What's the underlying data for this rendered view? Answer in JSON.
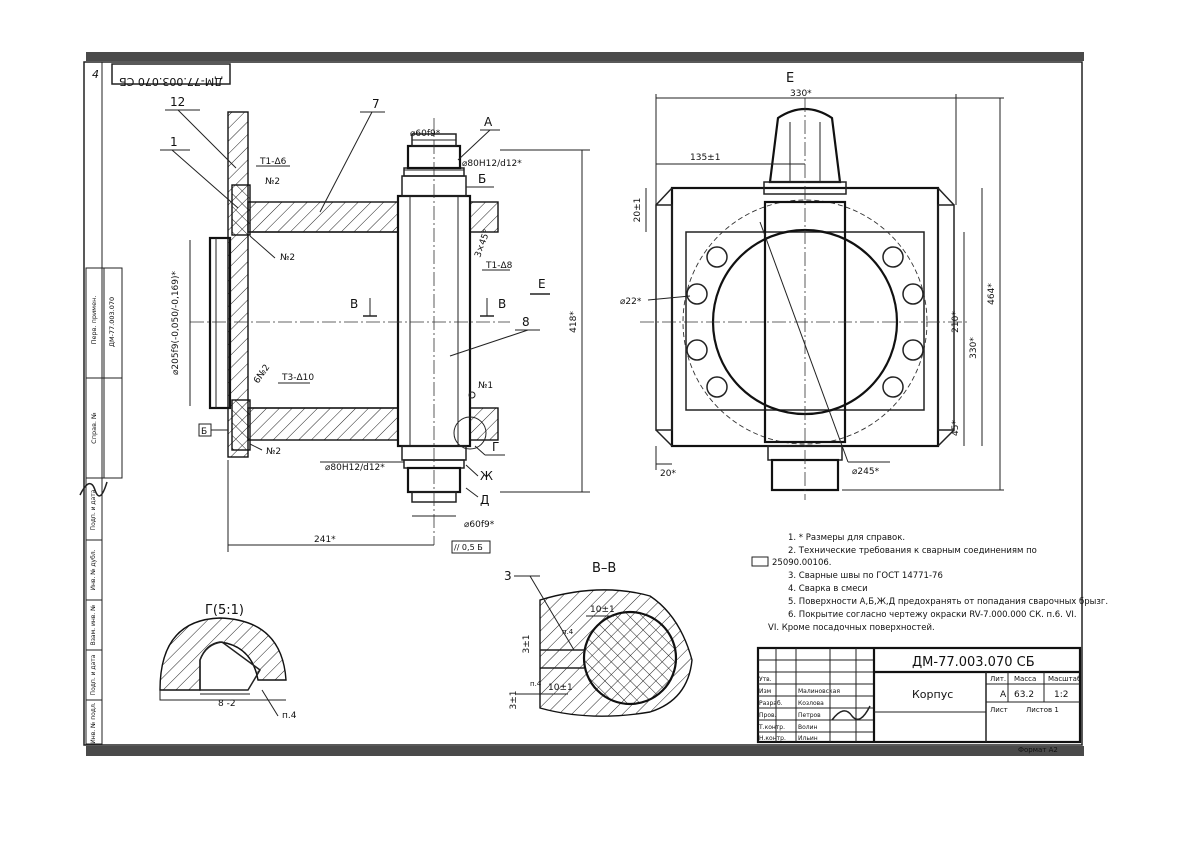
{
  "frame": {
    "rotated_code": "ДМ-77.003.070 СБ",
    "corner_mark": "4",
    "format_label": "Формат А2"
  },
  "main_view": {
    "leaders": [
      "12",
      "1",
      "7",
      "8",
      "А",
      "Б",
      "Г",
      "Ж",
      "Д",
      "Б"
    ],
    "section_marks": {
      "left": "В",
      "right": "В",
      "view": "Е"
    },
    "dims": {
      "d60_top": "⌀60f9*",
      "d80_top": "⌀80H12/d12*",
      "d80_bottom": "⌀80H12/d12*",
      "d60_bottom": "⌀60f9*",
      "d205": "⌀205f9(-0,050/-0,169)*",
      "h418": "418*",
      "len241": "241*",
      "tolerance": "// 0,5 Б"
    },
    "welds": {
      "w_top": "Т1-Δ6",
      "w_mid": "Т1-Δ8",
      "w_low": "Т3-Δ10",
      "n2_a": "№2",
      "n2_b": "№2",
      "n2_c": "6№2",
      "n2_d": "№2",
      "n1": "№1",
      "dim_3x45": "3×45°"
    }
  },
  "view_e": {
    "title": "Е",
    "dims": {
      "w330": "330*",
      "w135": "135±1",
      "h20top": "20±1",
      "h464": "464*",
      "h330": "330*",
      "h210": "210*",
      "h45": "45*",
      "w20": "20*",
      "d22": "⌀22*",
      "d245": "⌀245*"
    }
  },
  "detail_g": {
    "title": "Г(5:1)",
    "dim_8": "8 -2",
    "note_n4": "п.4"
  },
  "section_bb": {
    "title": "В–В",
    "leader": "3",
    "dims": [
      "10±1",
      "3±1",
      "10±1",
      "3±1"
    ],
    "notes": [
      "п.4",
      "п.4"
    ]
  },
  "notes": [
    "1. * Размеры для справок.",
    "2. Технические требования к сварным соединениям по",
    "25090.00106.",
    "3. Сварные швы по ГОСТ 14771-76",
    "4. Сварка в смеси",
    "5. Поверхности А,Б,Ж,Д  предохранять от попадания сварочных брызг.",
    "6. Покрытие согласно чертежу окраски RV-7.000.000 СК. п.6. VI.",
    "VI. Кроме посадочных поверхностей."
  ],
  "title_block": {
    "code": "ДМ-77.003.070 СБ",
    "name": "Корпус",
    "head_lit": "Лит.",
    "head_mass": "Масса",
    "head_scale": "Масштаб",
    "lit": "А",
    "mass": "63.2",
    "scale": "1:2",
    "sheet": "Лист",
    "sheets": "Листов 1",
    "rows": [
      "Изм",
      "Разраб.",
      "Пров.",
      "Т.контр.",
      "Н.контр.",
      "Утв."
    ],
    "names": [
      "Козлова",
      "Петров",
      "Волин",
      "Ильин",
      "Малиновская"
    ]
  },
  "side_stamps": {
    "s1": "Перв. примен.",
    "s2": "ДМ-77.003.070",
    "s3": "Справ. №",
    "s4": "Подп. и дата",
    "s5": "Инв. № дубл.",
    "s6": "Взам. инв. №",
    "s7": "Подп. и дата",
    "s8": "Инв. № подл."
  }
}
